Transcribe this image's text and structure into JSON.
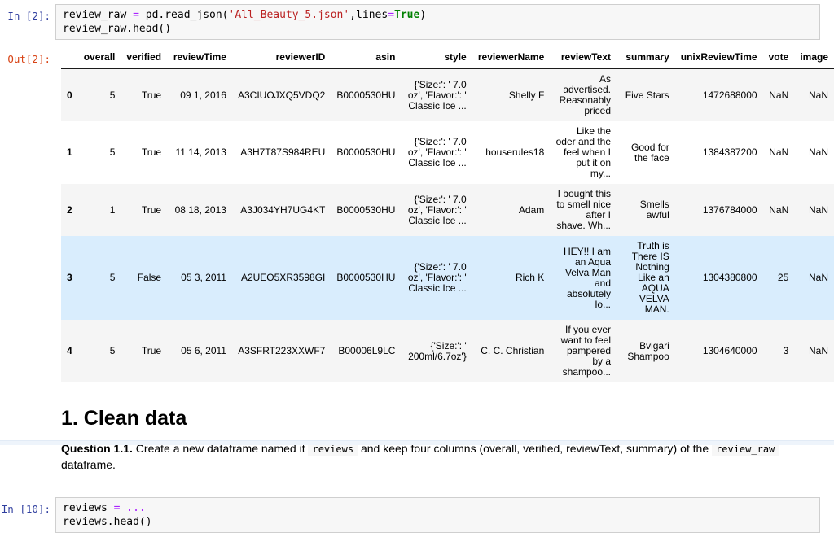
{
  "colors": {
    "in_prompt": "#303F9F",
    "out_prompt": "#D84315",
    "code_keyword": "#008000",
    "code_string": "#BA2121",
    "code_operator": "#AA22FF",
    "code_cell_bg": "#f7f7f7",
    "table_stripe": "#f5f5f5",
    "table_highlight_row": "#d9edfd"
  },
  "cells": {
    "in2": {
      "prompt": "In [2]:",
      "lines": [
        [
          {
            "t": "review_raw ",
            "c": "plain"
          },
          {
            "t": "= ",
            "c": "op"
          },
          {
            "t": "pd.read_json(",
            "c": "plain"
          },
          {
            "t": "'All_Beauty_5.json'",
            "c": "str"
          },
          {
            "t": ",lines",
            "c": "plain"
          },
          {
            "t": "=",
            "c": "op"
          },
          {
            "t": "True",
            "c": "kw"
          },
          {
            "t": ")",
            "c": "plain"
          }
        ],
        [
          {
            "t": "review_raw.head()",
            "c": "plain"
          }
        ]
      ]
    },
    "out2": {
      "prompt": "Out[2]:"
    },
    "in10": {
      "prompt": "In [10]:",
      "lines": [
        [
          {
            "t": "reviews ",
            "c": "plain"
          },
          {
            "t": "= ",
            "c": "op"
          },
          {
            "t": "...",
            "c": "op"
          }
        ],
        [
          {
            "t": "reviews.head()",
            "c": "plain"
          }
        ]
      ]
    }
  },
  "dataframe": {
    "columns": [
      "",
      "overall",
      "verified",
      "reviewTime",
      "reviewerID",
      "asin",
      "style",
      "reviewerName",
      "reviewText",
      "summary",
      "unixReviewTime",
      "vote",
      "image"
    ],
    "rows": [
      {
        "index": "0",
        "highlight": false,
        "cells": [
          "5",
          "True",
          "09 1, 2016",
          "A3CIUOJXQ5VDQ2",
          "B0000530HU",
          "{'Size:': ' 7.0 oz', 'Flavor:': ' Classic Ice ...",
          "Shelly F",
          "As advertised. Reasonably priced",
          "Five Stars",
          "1472688000",
          "NaN",
          "NaN"
        ]
      },
      {
        "index": "1",
        "highlight": false,
        "cells": [
          "5",
          "True",
          "11 14, 2013",
          "A3H7T87S984REU",
          "B0000530HU",
          "{'Size:': ' 7.0 oz', 'Flavor:': ' Classic Ice ...",
          "houserules18",
          "Like the oder and the feel when I put it on my...",
          "Good for the face",
          "1384387200",
          "NaN",
          "NaN"
        ]
      },
      {
        "index": "2",
        "highlight": false,
        "cells": [
          "1",
          "True",
          "08 18, 2013",
          "A3J034YH7UG4KT",
          "B0000530HU",
          "{'Size:': ' 7.0 oz', 'Flavor:': ' Classic Ice ...",
          "Adam",
          "I bought this to smell nice after I shave. Wh...",
          "Smells awful",
          "1376784000",
          "NaN",
          "NaN"
        ]
      },
      {
        "index": "3",
        "highlight": true,
        "cells": [
          "5",
          "False",
          "05 3, 2011",
          "A2UEO5XR3598GI",
          "B0000530HU",
          "{'Size:': ' 7.0 oz', 'Flavor:': ' Classic Ice ...",
          "Rich K",
          "HEY!! I am an Aqua Velva Man and absolutely lo...",
          "Truth is There IS Nothing Like an AQUA VELVA MAN.",
          "1304380800",
          "25",
          "NaN"
        ]
      },
      {
        "index": "4",
        "highlight": false,
        "cells": [
          "5",
          "True",
          "05 6, 2011",
          "A3SFRT223XXWF7",
          "B00006L9LC",
          "{'Size:': ' 200ml/6.7oz'}",
          "C. C. Christian",
          "If you ever want to feel pampered by a shampoo...",
          "Bvlgari Shampoo",
          "1304640000",
          "3",
          "NaN"
        ]
      }
    ]
  },
  "markdown": {
    "heading": "1. Clean data",
    "question": {
      "label": "Question 1.1.",
      "part1": " Create a new dataframe named it ",
      "code1": "reviews",
      "part2": " and keep four columns (overall, verified, reviewText, summary) of the ",
      "code2": "review_raw",
      "part3": " dataframe."
    }
  }
}
